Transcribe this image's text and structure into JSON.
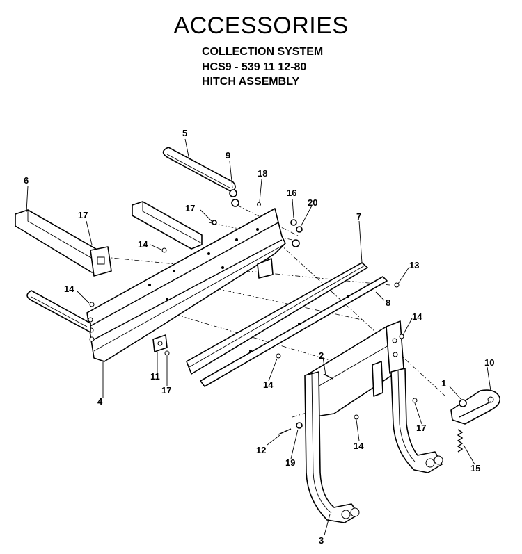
{
  "header": {
    "title": "ACCESSORIES",
    "line1": "COLLECTION SYSTEM",
    "line2": "HCS9 - 539 11 12-80",
    "line3": "HITCH ASSEMBLY"
  },
  "callouts": [
    {
      "id": "c5",
      "label": "5"
    },
    {
      "id": "c9",
      "label": "9"
    },
    {
      "id": "c18",
      "label": "18"
    },
    {
      "id": "c6",
      "label": "6"
    },
    {
      "id": "c16",
      "label": "16"
    },
    {
      "id": "c20",
      "label": "20"
    },
    {
      "id": "c17a",
      "label": "17"
    },
    {
      "id": "c17b",
      "label": "17"
    },
    {
      "id": "c7",
      "label": "7"
    },
    {
      "id": "c14a",
      "label": "14"
    },
    {
      "id": "c13",
      "label": "13"
    },
    {
      "id": "c14b",
      "label": "14"
    },
    {
      "id": "c8",
      "label": "8"
    },
    {
      "id": "c14c",
      "label": "14"
    },
    {
      "id": "c2",
      "label": "2"
    },
    {
      "id": "c10",
      "label": "10"
    },
    {
      "id": "c11",
      "label": "11"
    },
    {
      "id": "c17c",
      "label": "17"
    },
    {
      "id": "c14d",
      "label": "14"
    },
    {
      "id": "c1",
      "label": "1"
    },
    {
      "id": "c4",
      "label": "4"
    },
    {
      "id": "c17d",
      "label": "17"
    },
    {
      "id": "c12",
      "label": "12"
    },
    {
      "id": "c14e",
      "label": "14"
    },
    {
      "id": "c19",
      "label": "19"
    },
    {
      "id": "c15",
      "label": "15"
    },
    {
      "id": "c3",
      "label": "3"
    }
  ]
}
